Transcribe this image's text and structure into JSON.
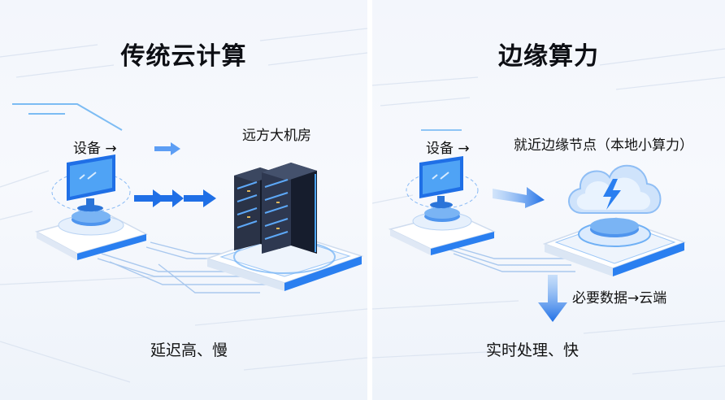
{
  "left_panel": {
    "title": "传统云计算",
    "device_label": "设备 →",
    "datacenter_label": "远方大机房",
    "footer": "延迟高、慢"
  },
  "right_panel": {
    "title": "边缘算力",
    "device_label": "设备 →",
    "edge_label": "就近边缘节点（本地小算力）",
    "upload_label": "必要数据→云端",
    "footer": "实时处理、快"
  },
  "colors": {
    "accent_blue": "#1f6fe6",
    "light_blue": "#9cc7f7",
    "panel_bg": "#f3f6fc",
    "server_dark": "#1c2233"
  }
}
